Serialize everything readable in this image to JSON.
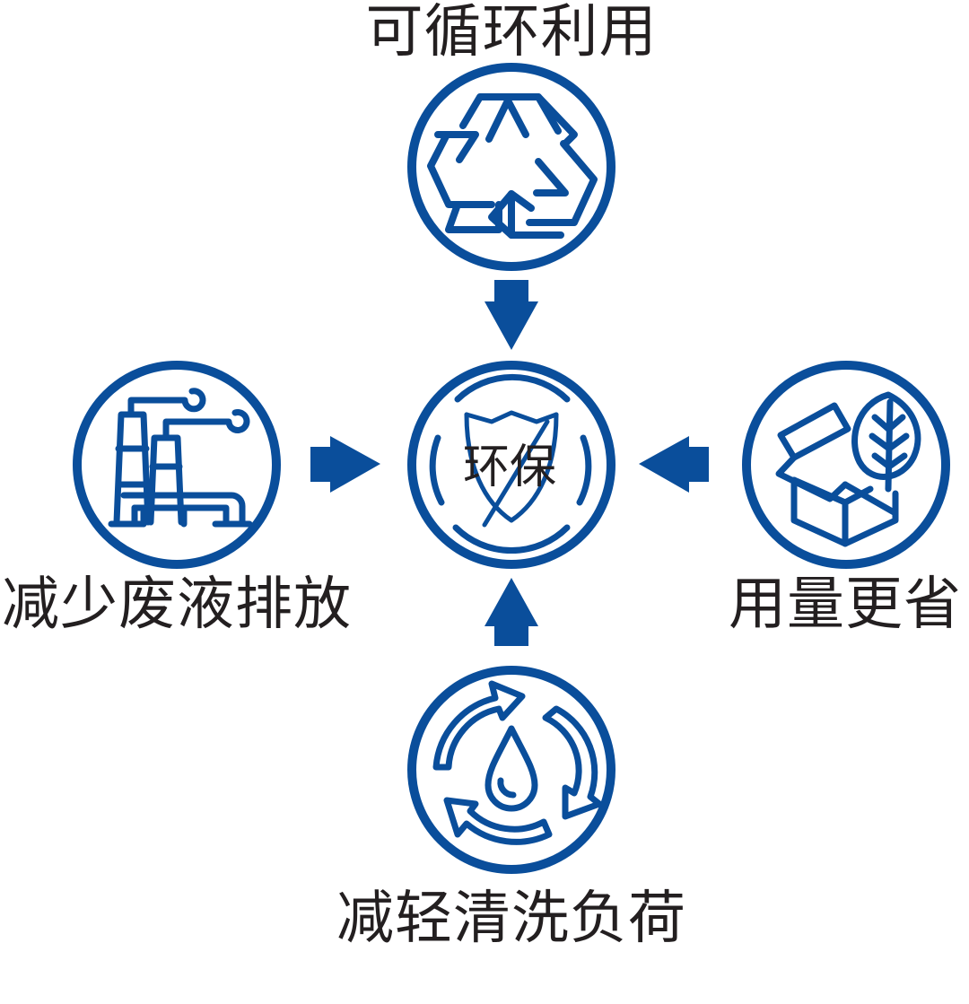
{
  "colors": {
    "primary": "#0a4e9b",
    "text": "#231f20",
    "background": "#ffffff"
  },
  "center": {
    "label": "环保",
    "icon": "leaf-shield-icon"
  },
  "nodes": {
    "top": {
      "label": "可循环利用",
      "icon": "recycle-icon"
    },
    "left": {
      "label": "减少废液排放",
      "icon": "factory-icon"
    },
    "right": {
      "label": "用量更省",
      "icon": "box-leaf-icon"
    },
    "bottom": {
      "label": "减轻清洗负荷",
      "icon": "water-drop-cycle-icon"
    }
  }
}
